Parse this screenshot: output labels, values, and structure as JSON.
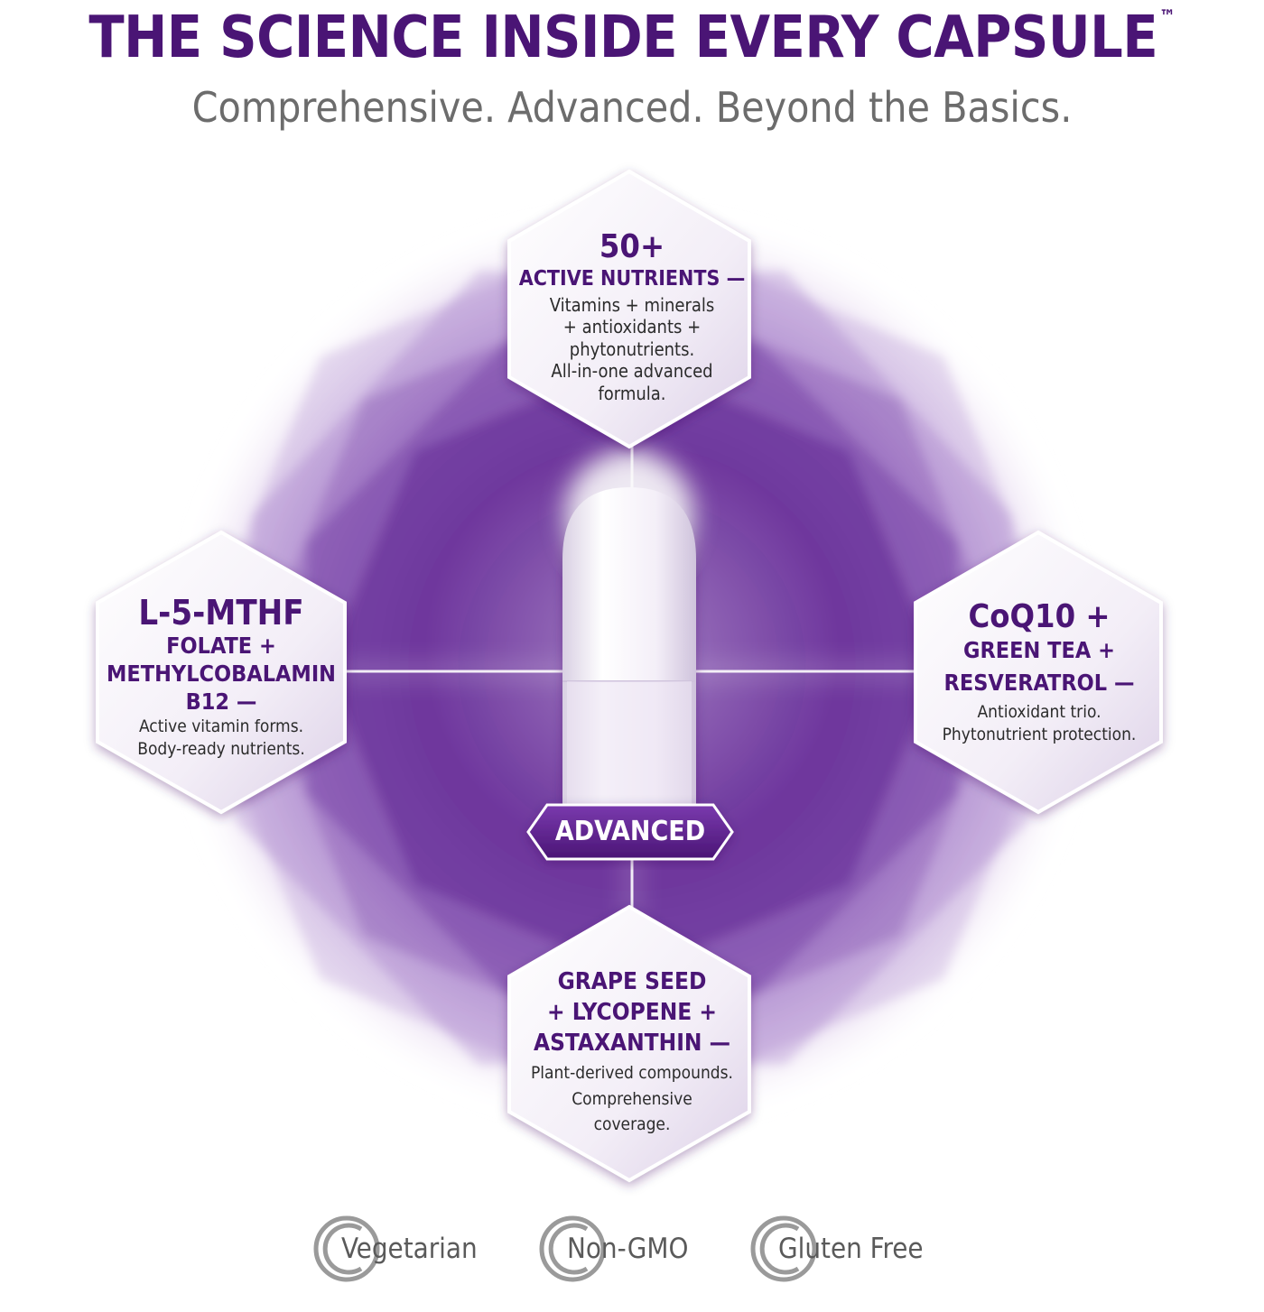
{
  "header": {
    "title": "THE SCIENCE INSIDE EVERY CAPSULE",
    "trademark": "™",
    "subtitle": "Comprehensive. Advanced. Beyond the Basics."
  },
  "colors": {
    "brand_purple": "#4a1575",
    "deep_purple": "#5a1d8a",
    "glow": "#ffffff",
    "text_gray": "#6c6c6c"
  },
  "capsule": {
    "badge_label": "ADVANCED"
  },
  "hexagons": {
    "top": {
      "highlight": "50+",
      "subtitle": "ACTIVE NUTRIENTS —",
      "lines": [
        "Vitamins + minerals",
        "+ antioxidants +",
        "phytonutrients.",
        "All-in-one advanced",
        "formula."
      ]
    },
    "left": {
      "highlight": "L-5-MTHF",
      "subtitle_lines": [
        "FOLATE +",
        "METHYLCOBALAMIN",
        "B12 —"
      ],
      "lines": [
        "Active vitamin forms.",
        "Body-ready nutrients."
      ]
    },
    "right": {
      "highlight": "CoQ10 +",
      "subtitle_lines": [
        "GREEN TEA +",
        "RESVERATROL —"
      ],
      "lines": [
        "Antioxidant trio.",
        "Phytonutrient protection."
      ]
    },
    "bottom": {
      "subtitle_lines": [
        "GRAPE SEED",
        "+ LYCOPENE +",
        "ASTAXANTHIN —"
      ],
      "lines": [
        "Plant-derived compounds.",
        "Comprehensive",
        "coverage."
      ]
    }
  },
  "certifications": [
    {
      "label": "Vegetarian",
      "icon": "c-ring-icon"
    },
    {
      "label": "Non-GMO",
      "icon": "c-ring-icon"
    },
    {
      "label": "Gluten Free",
      "icon": "c-ring-icon"
    }
  ]
}
